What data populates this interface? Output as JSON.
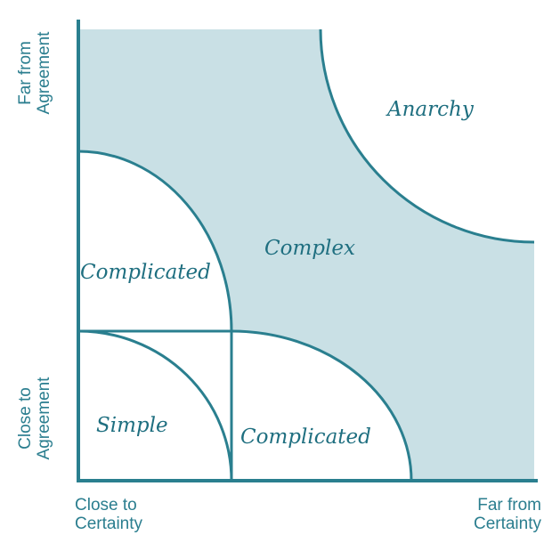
{
  "axes": {
    "y_top": [
      "Far from",
      "Agreement"
    ],
    "y_bottom": [
      "Close to",
      "Agreement"
    ],
    "x_left": [
      "Close to",
      "Certainty"
    ],
    "x_right": [
      "Far from",
      "Certainty"
    ]
  },
  "regions": {
    "anarchy": "Anarchy",
    "complex": "Complex",
    "complicated_agreement": "Complicated",
    "complicated_certainty": "Complicated",
    "simple": "Simple"
  },
  "colors": {
    "line": "#2a7f8f",
    "fill": "#c9e0e5",
    "text": "#1f6f80"
  }
}
